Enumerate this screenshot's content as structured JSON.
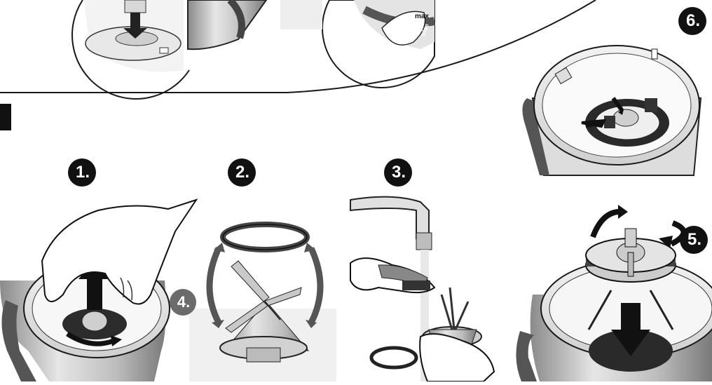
{
  "steps": {
    "s1": "1.",
    "s2": "2.",
    "s3": "3.",
    "s4": "4.",
    "s5": "5.",
    "s6": "6."
  },
  "dial": {
    "max_label": "max",
    "pulse_label": "ulse"
  },
  "colors": {
    "badge": "#111111",
    "badge_grey": "#6b6b6b",
    "arrow_grey": "#555555",
    "splash": "#d9d9d9",
    "outline": "#1a1a1a"
  }
}
